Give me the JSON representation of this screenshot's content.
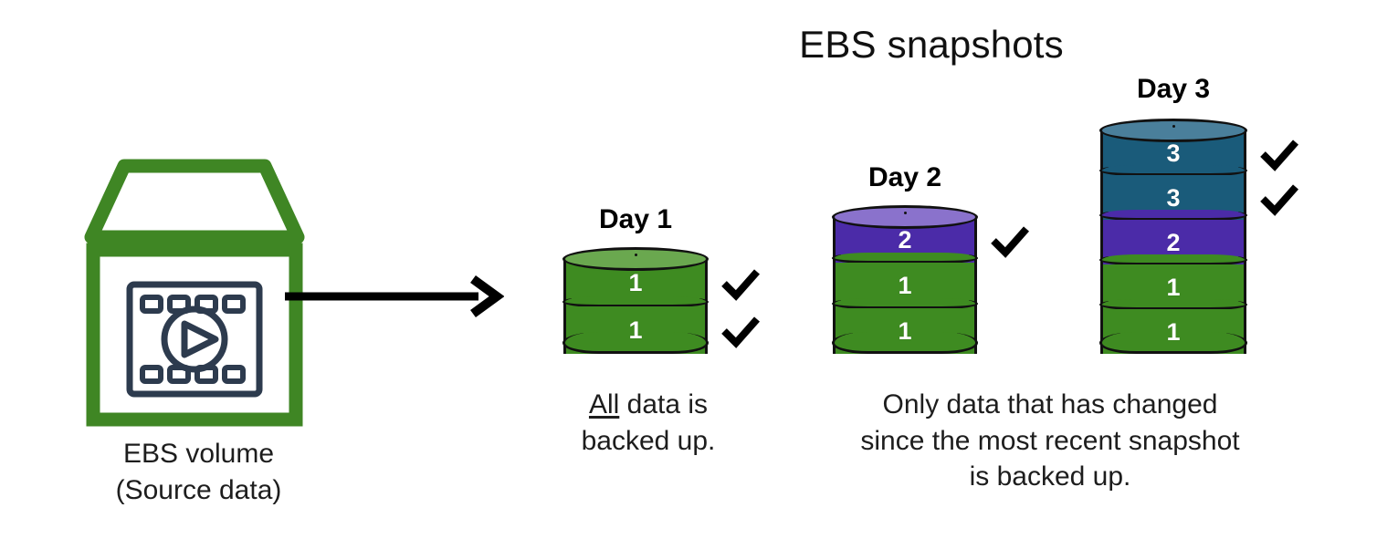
{
  "title": "EBS snapshots",
  "colors": {
    "green_body": "#3e8b21",
    "green_top": "#6aa84f",
    "purple_body": "#4b2ba8",
    "purple_top": "#8a72cc",
    "teal_body": "#1a5b7a",
    "teal_top": "#4a7f9b",
    "outline": "#111111",
    "icon_green": "#3f8624",
    "icon_navy": "#2d3b4e",
    "arrow": "#000000",
    "text": "#1d1d1d"
  },
  "source": {
    "icon_name": "ebs-volume-icon",
    "caption_line1": "EBS volume",
    "caption_line2": "(Source data)"
  },
  "arrow": {
    "name": "flow-arrow-right"
  },
  "stacks": [
    {
      "id": "day1",
      "label": "Day 1",
      "layers": [
        {
          "value": "1",
          "color": "green",
          "checked": true
        },
        {
          "value": "1",
          "color": "green",
          "checked": true
        }
      ]
    },
    {
      "id": "day2",
      "label": "Day 2",
      "layers": [
        {
          "value": "2",
          "color": "purple",
          "checked": true
        },
        {
          "value": "1",
          "color": "green",
          "checked": false
        },
        {
          "value": "1",
          "color": "green",
          "checked": false
        }
      ]
    },
    {
      "id": "day3",
      "label": "Day 3",
      "layers": [
        {
          "value": "3",
          "color": "teal",
          "checked": true
        },
        {
          "value": "3",
          "color": "teal",
          "checked": true
        },
        {
          "value": "2",
          "color": "purple",
          "checked": false
        },
        {
          "value": "1",
          "color": "green",
          "checked": false
        },
        {
          "value": "1",
          "color": "green",
          "checked": false
        }
      ]
    }
  ],
  "notes": {
    "day1_line1_emphasis": "All",
    "day1_line1_rest": " data is",
    "day1_line2": "backed up.",
    "day23_line1": "Only data that has changed",
    "day23_line2": "since the most recent snapshot",
    "day23_line3": "is backed up."
  }
}
